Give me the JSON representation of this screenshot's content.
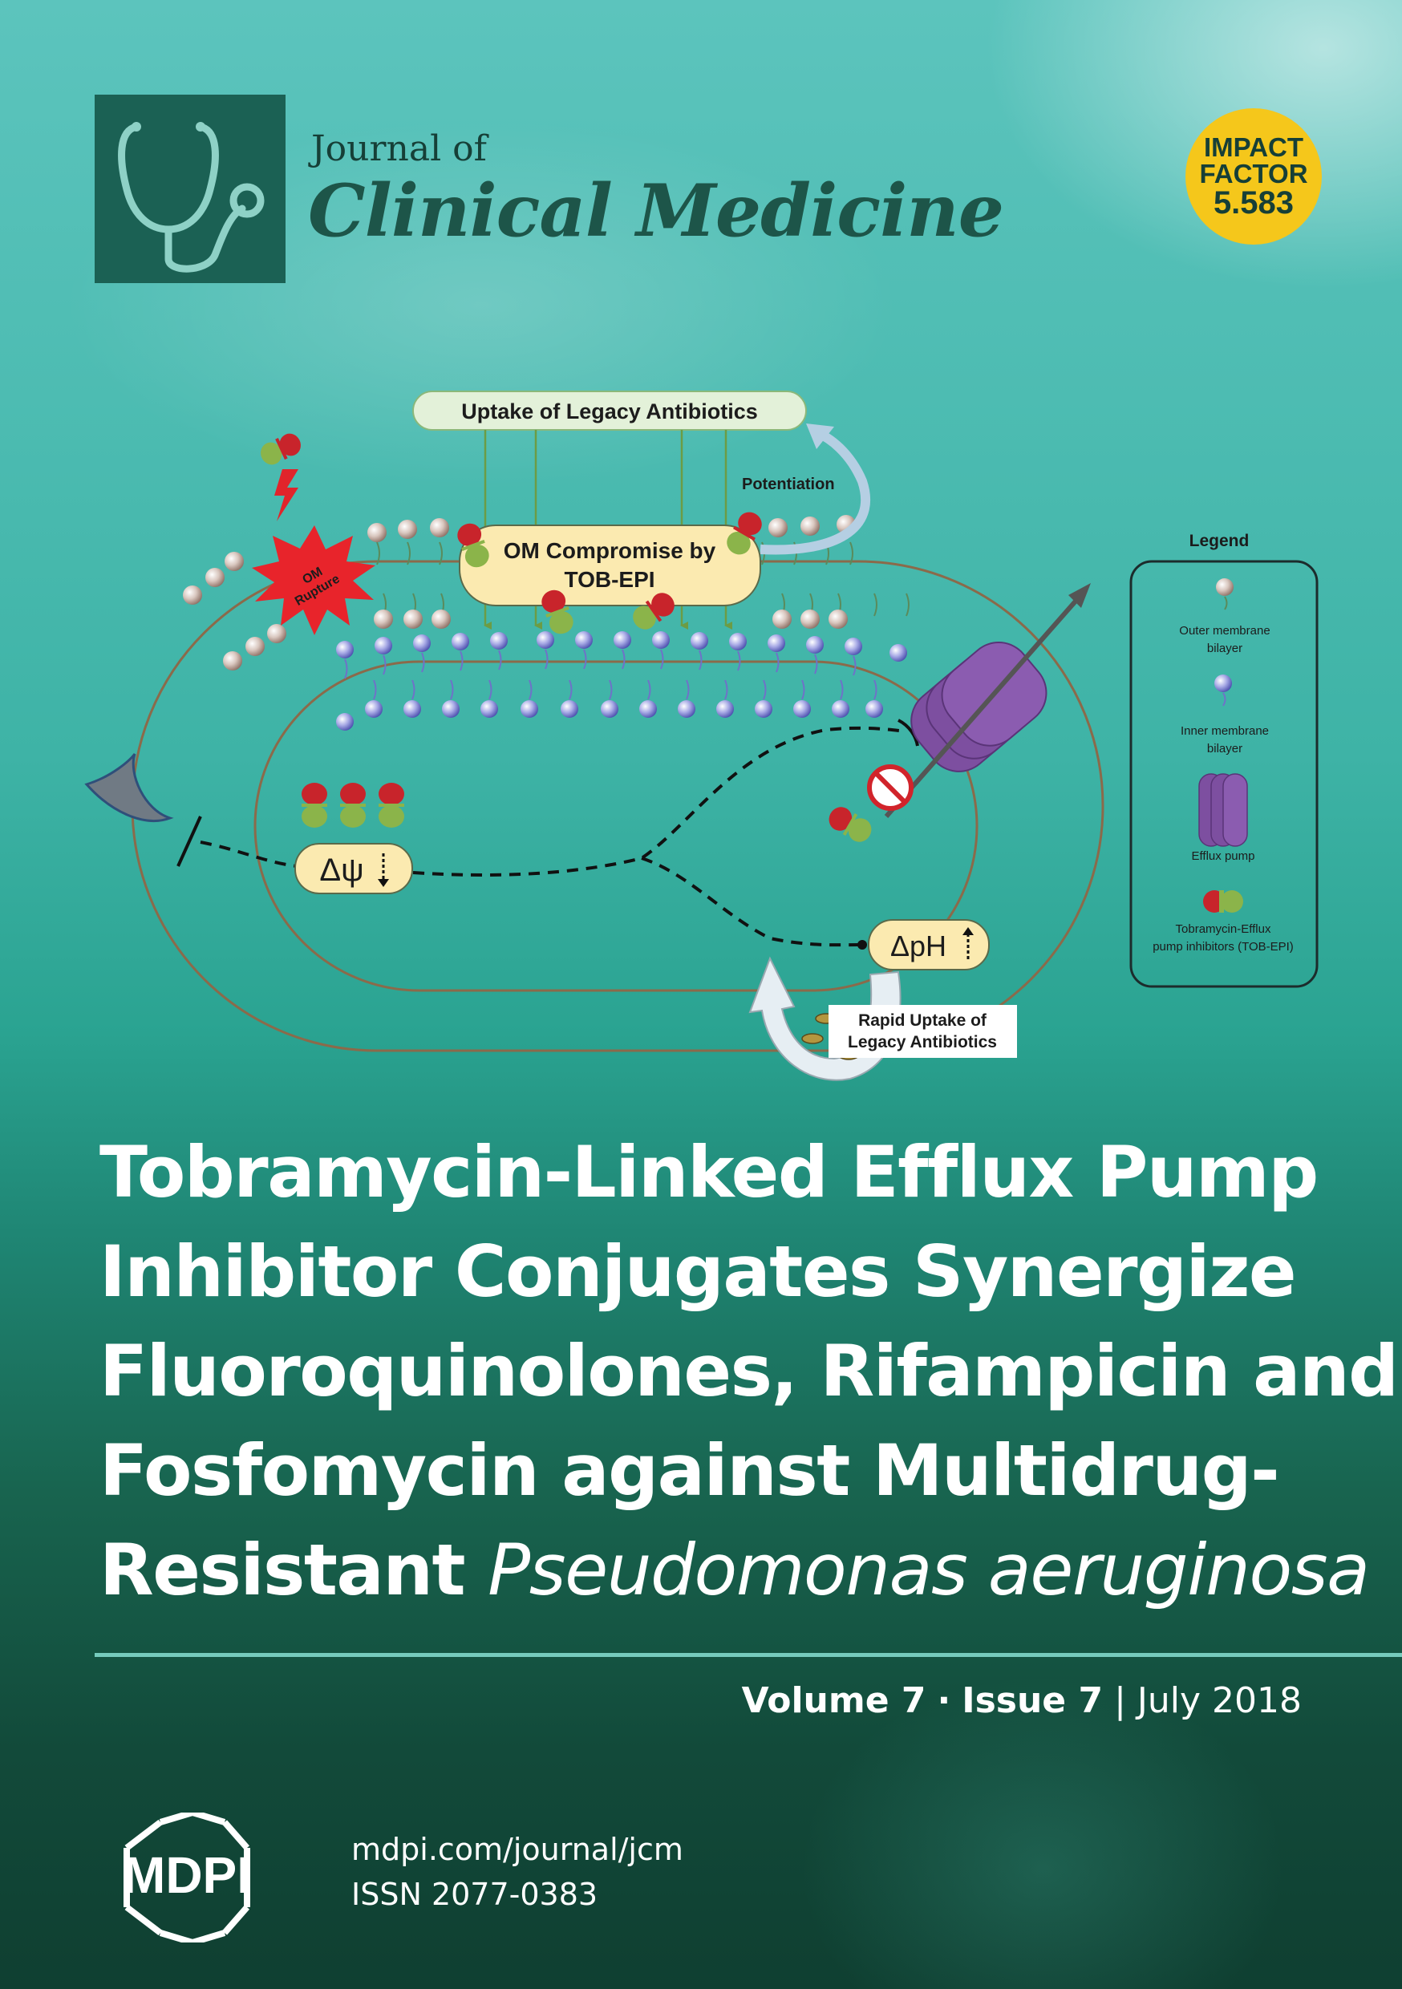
{
  "header": {
    "journal_of": "Journal of",
    "journal_name": "Clinical Medicine",
    "logo_icon": "stethoscope-icon"
  },
  "impact_badge": {
    "label_line1": "IMPACT",
    "label_line2": "FACTOR",
    "value": "5.583",
    "color": "#f5c71b"
  },
  "diagram": {
    "uptake_label": "Uptake of Legacy Antibiotics",
    "potentiation": "Potentiation",
    "om_compromise_line1": "OM Compromise by",
    "om_compromise_line2": "TOB-EPI",
    "om_rupture_line1": "OM",
    "om_rupture_line2": "Rupture",
    "delta_psi": "Δψ",
    "delta_ph": "ΔpH",
    "rapid_line1": "Rapid Uptake of",
    "rapid_line2": "Legacy Antibiotics",
    "legend": {
      "title": "Legend",
      "outer_line1": "Outer membrane",
      "outer_line2": "bilayer",
      "inner_line1": "Inner membrane",
      "inner_line2": "bilayer",
      "efflux": "Efflux pump",
      "tob_line1": "Tobramycin-Efflux",
      "tob_line2": "pump inhibitors (TOB-EPI)"
    },
    "colors": {
      "pill_red": "#c8242b",
      "pill_green": "#8bb44a",
      "efflux_pump": "#7d4fa0",
      "inner_bead": "#6f72c8",
      "outer_bead": "#c7aea4"
    }
  },
  "article": {
    "title_line1": "Tobramycin-Linked Efflux Pump",
    "title_line2": "Inhibitor Conjugates Synergize",
    "title_line3": "Fluoroquinolones, Rifampicin and",
    "title_line4": "Fosfomycin against Multidrug-",
    "title_line5_plain": "Resistant ",
    "title_line5_italic": "Pseudomonas aeruginosa"
  },
  "issue": {
    "volume": "Volume 7",
    "separator": "·",
    "issue": "Issue 7",
    "bar": "|",
    "date": "July 2018"
  },
  "footer": {
    "publisher": "MDPI",
    "url": "mdpi.com/journal/jcm",
    "issn": "ISSN 2077-0383"
  }
}
